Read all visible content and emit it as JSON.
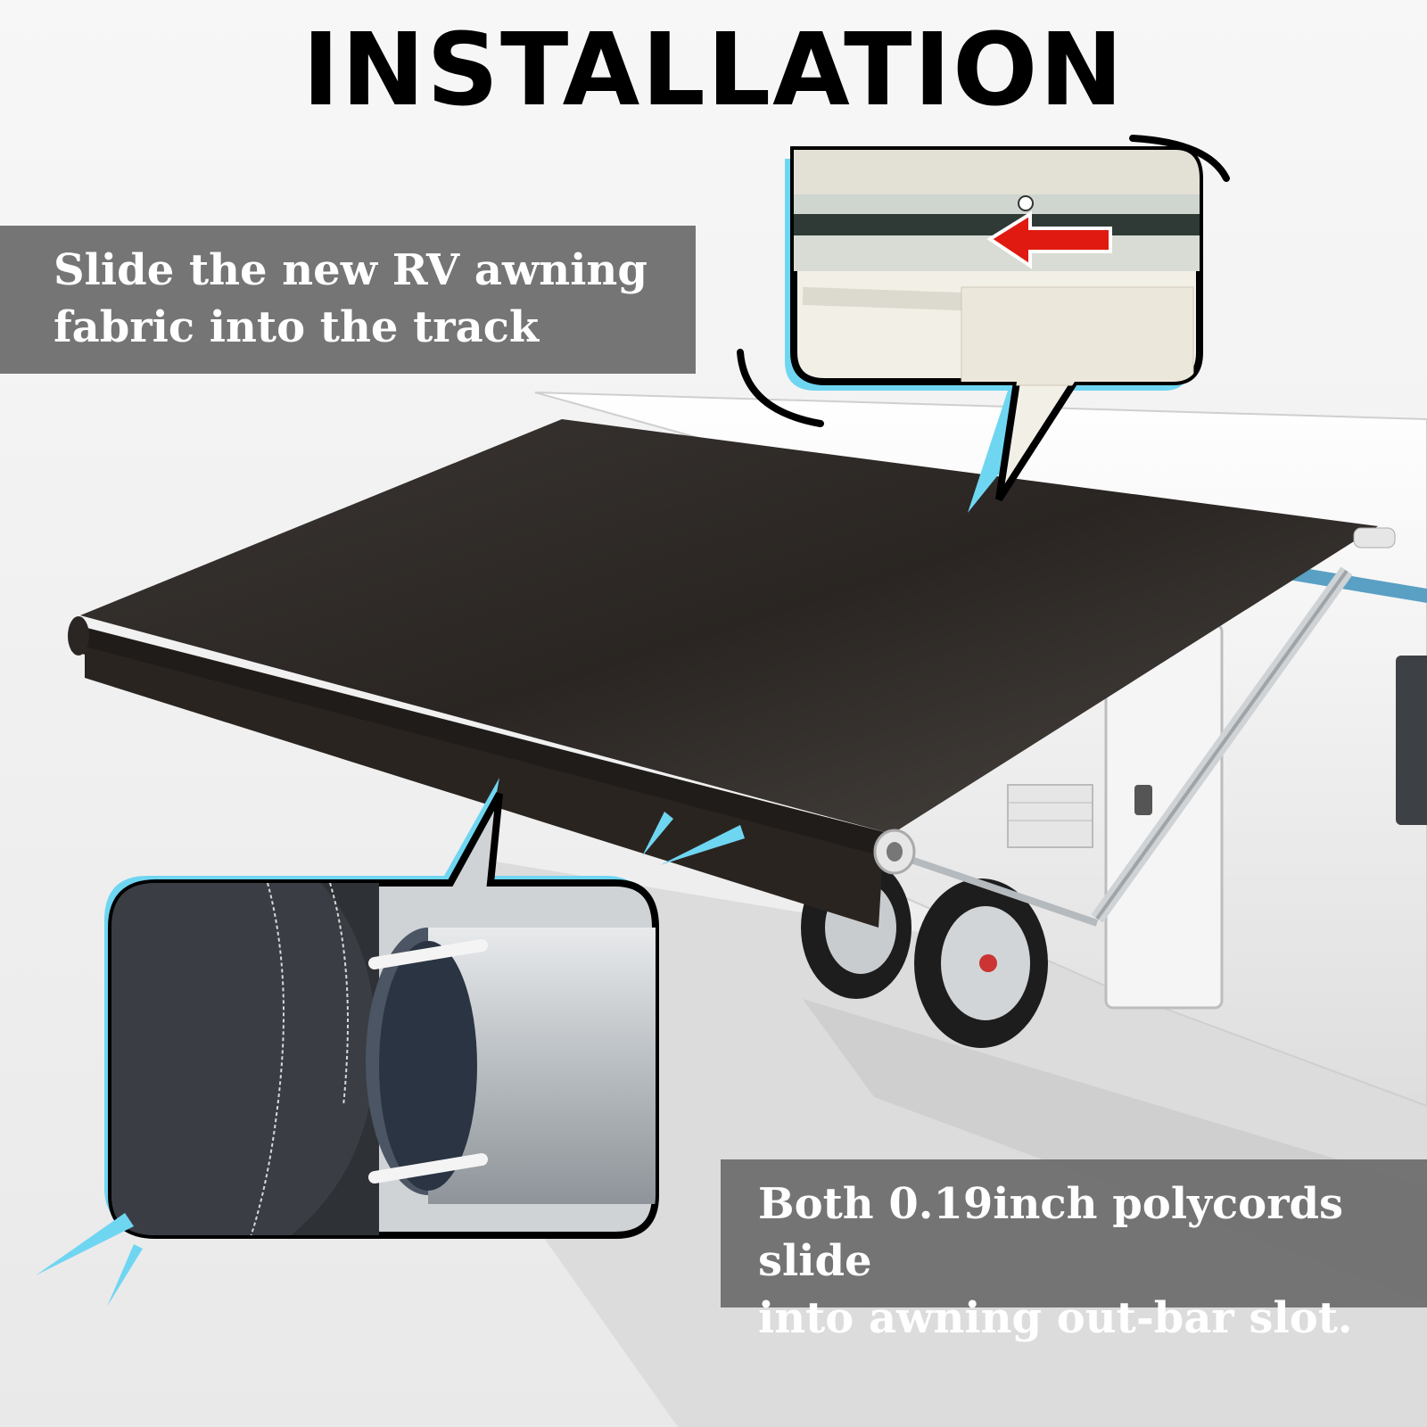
{
  "title": "INSTALLATION",
  "captions": {
    "top": {
      "line1": "Slide the new RV awning",
      "line2": "fabric into the track"
    },
    "bottom": {
      "line1": "Both 0.19inch polycords slide",
      "line2": "into awning out-bar slot."
    }
  },
  "colors": {
    "accent_blue": "#6fd6f2",
    "arrow_red": "#e01a10",
    "awning_fabric": "#2b2622",
    "caption_bg": "#6e6e6e",
    "background": "#f3f3f3"
  },
  "icons": [
    "left-arrow-icon"
  ]
}
